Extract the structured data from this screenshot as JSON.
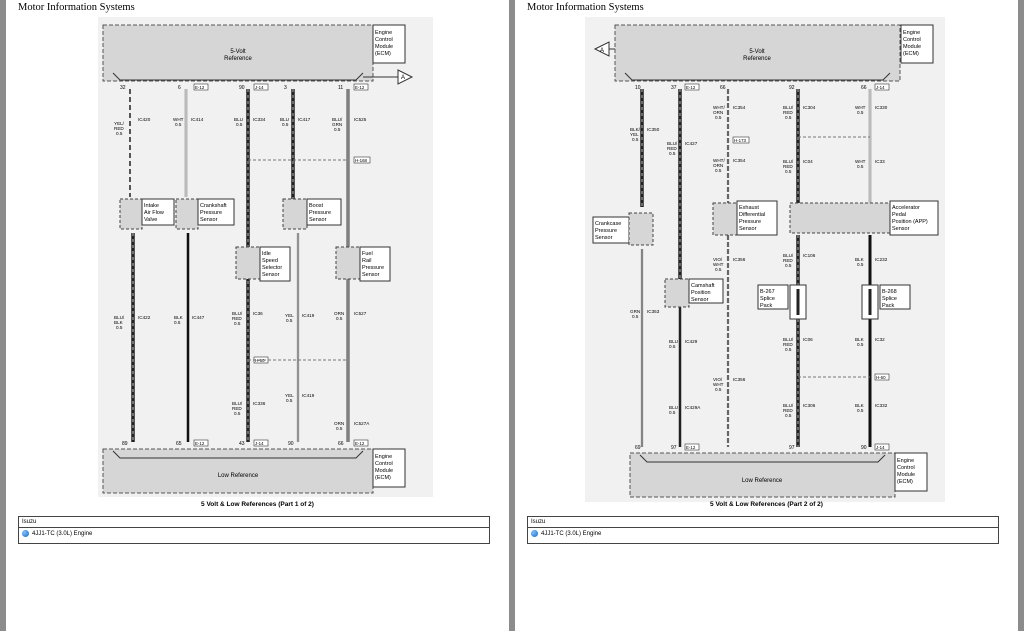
{
  "pages": [
    {
      "header": "Motor Information Systems",
      "ecm_top": {
        "lines": [
          "Engine",
          "Control",
          "Module",
          "(ECM)"
        ],
        "ref": [
          "5-Volt",
          "Reference"
        ]
      },
      "ecm_bottom": {
        "lines": [
          "Engine",
          "Control",
          "Module",
          "(ECM)"
        ],
        "ref": "Low Reference"
      },
      "offpage": "A",
      "components": [
        {
          "lines": [
            "Intake",
            "Air Flow",
            "Valve"
          ]
        },
        {
          "lines": [
            "Crankshaft",
            "Pressure",
            "Sensor"
          ]
        },
        {
          "lines": [
            "Boost",
            "Pressure",
            "Sensor"
          ]
        },
        {
          "lines": [
            "Idle",
            "Speed",
            "Selector",
            "Sensor"
          ]
        },
        {
          "lines": [
            "Fuel",
            "Rail",
            "Pressure",
            "Sensor"
          ]
        }
      ],
      "wires": [
        {
          "top_pin": "32",
          "top_conn": "",
          "circ1": "IC420",
          "color1": [
            "YEL/",
            "RED",
            "0.5"
          ],
          "circ2": "IC422",
          "color2": [
            "BLU/",
            "BLK",
            "0.5"
          ],
          "bot_pin": "89",
          "bot_conn": ""
        },
        {
          "top_pin": "6",
          "top_conn": "E-12",
          "circ1": "IC414",
          "color1": [
            "WHT",
            "0.5"
          ],
          "circ2": "IC447",
          "color2": [
            "BLK",
            "0.5"
          ],
          "bot_pin": "65",
          "bot_conn": "E-12"
        },
        {
          "top_pin": "90",
          "top_conn": "J-14",
          "circ1": "IC334",
          "color1": [
            "BLU",
            "0.5"
          ],
          "circ2": "IC36",
          "color2": [
            "BLU/",
            "RED",
            "0.5"
          ],
          "circ3": "IC336",
          "color3": [
            "BLU/",
            "RED",
            "0.5"
          ],
          "mid_conn": "H-60",
          "bot_pin": "43",
          "bot_conn": "J-14"
        },
        {
          "top_pin": "3",
          "top_conn": "",
          "circ1": "IC417",
          "color1": [
            "BLU",
            "0.5"
          ],
          "circ2": "IC419",
          "color2": [
            "YEL",
            "0.5"
          ],
          "circ3": "IC419",
          "color3": [
            "YEL",
            "0.5"
          ],
          "bot_pin": "90",
          "bot_conn": ""
        },
        {
          "top_pin": "11",
          "top_conn": "E-12",
          "circ1": "IC525",
          "color1": [
            "BLU/",
            "GRN",
            "0.5"
          ],
          "circ2": "IC527",
          "color2": [
            "ORN",
            "0.5"
          ],
          "circ3": "IC527A",
          "color3": [
            "ORN",
            "0.5"
          ],
          "mid_conn": "H-168",
          "bot_pin": "66",
          "bot_conn": "E-12"
        }
      ],
      "caption": "5 Volt & Low References (Part 1 of 2)",
      "brand": "Isuzu",
      "engine": "4JJ1-TC (3.0L) Engine"
    },
    {
      "header": "Motor Information Systems",
      "ecm_top": {
        "lines": [
          "Engine",
          "Control",
          "Module",
          "(ECM)"
        ],
        "ref": [
          "5-Volt",
          "Reference"
        ]
      },
      "ecm_bottom": {
        "lines": [
          "Engine",
          "Control",
          "Module",
          "(ECM)"
        ],
        "ref": "Low Reference"
      },
      "offpage": "A",
      "components": [
        {
          "lines": [
            "Crankcase",
            "Pressure",
            "Sensor"
          ]
        },
        {
          "lines": [
            "Camshaft",
            "Position",
            "Sensor"
          ]
        },
        {
          "lines": [
            "Exhaust",
            "Differential",
            "Pressure",
            "Sensor"
          ]
        },
        {
          "lines": [
            "Accelerator",
            "Pedal",
            "Position (APP)",
            "Sensor"
          ]
        },
        {
          "lines": [
            "B-267",
            "Splice",
            "Pack"
          ]
        },
        {
          "lines": [
            "B-268",
            "Splice",
            "Pack"
          ]
        }
      ],
      "wires": [
        {
          "top_pin": "10",
          "circ1": "IC350",
          "color1": [
            "BLK/",
            "YEL",
            "0.5"
          ],
          "circ2": "IC353",
          "color2": [
            "GRN",
            "0.5"
          ],
          "bot_pin": "69"
        },
        {
          "top_pin": "37",
          "top_conn": "E-12",
          "circ1": "IC427",
          "color1": [
            "BLU/",
            "RED",
            "0.5"
          ],
          "circ2": "IC429",
          "color2": [
            "BLU",
            "0.5"
          ],
          "circ3": "IC429A",
          "color3": [
            "BLU",
            "0.5"
          ],
          "bot_pin": "97",
          "bot_conn": "E-12"
        },
        {
          "top_pin": "66",
          "circ1": "IC354",
          "color1": [
            "WHT/",
            "ORN",
            "0.5"
          ],
          "circ2": "IC354",
          "color2": [
            "WHT/",
            "ORN",
            "0.5"
          ],
          "circ3": "IC356",
          "color3": [
            "VIO/",
            "WHT",
            "0.5"
          ],
          "circ4": "IC356",
          "color4": [
            "VIO/",
            "WHT",
            "0.5"
          ],
          "mid_conn": "H-173"
        },
        {
          "top_pin": "92",
          "circ1": "IC304",
          "color1": [
            "BLU/",
            "RED",
            "0.5"
          ],
          "circ2": "IC04",
          "color2": [
            "BLU/",
            "RED",
            "0.5"
          ],
          "circ3": "IC106",
          "color3": [
            "BLU/",
            "RED",
            "0.5"
          ],
          "circ4": "IC06",
          "color4": [
            "BLU/",
            "RED",
            "0.5"
          ],
          "circ5": "IC306",
          "color5": [
            "BLU/",
            "RED",
            "0.5"
          ],
          "bot_pin": "97"
        },
        {
          "top_pin": "66",
          "top_conn": "J-14",
          "circ1": "IC330",
          "color1": [
            "WHT",
            "0.5"
          ],
          "circ2": "IC33",
          "color2": [
            "WHT",
            "0.5"
          ],
          "circ3": "IC232",
          "color3": [
            "BLK",
            "0.5"
          ],
          "circ4": "IC32",
          "color4": [
            "BLK",
            "0.5"
          ],
          "circ5": "IC332",
          "color5": [
            "BLK",
            "0.5"
          ],
          "mid_conn": "H-60",
          "bot_pin": "90",
          "bot_conn": "J-14"
        }
      ],
      "caption": "5 Volt & Low References (Part 2 of 2)",
      "brand": "Isuzu",
      "engine": "4JJ1-TC (3.0L) Engine"
    }
  ]
}
